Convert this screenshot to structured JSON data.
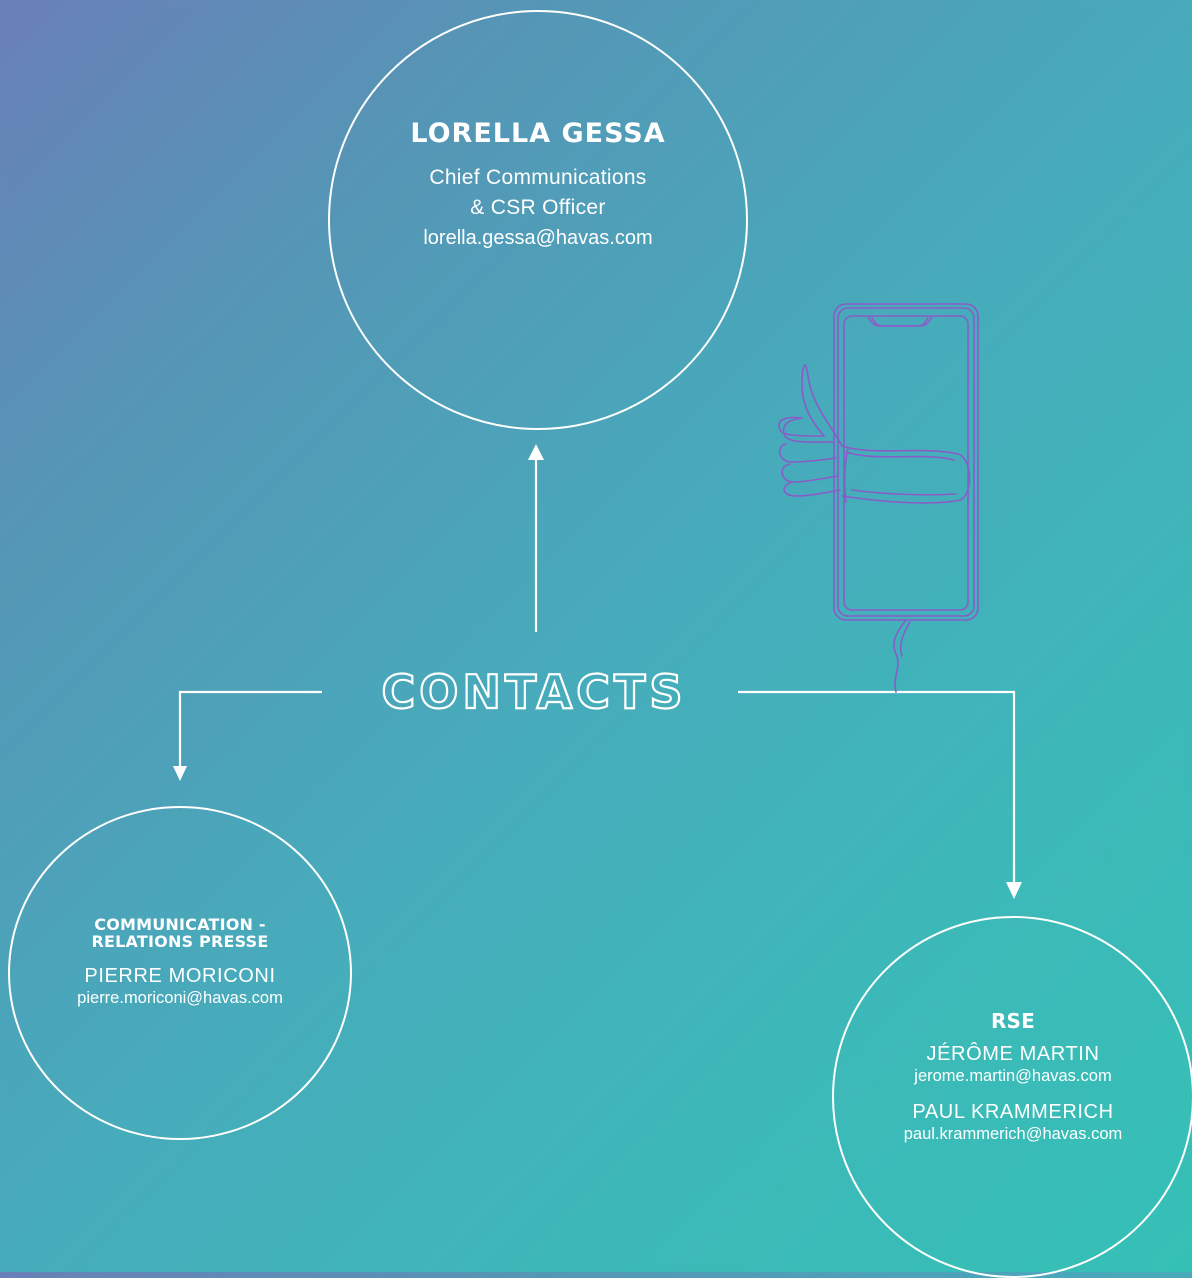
{
  "title": "CONTACTS",
  "main_contact": {
    "name": "LORELLA GESSA",
    "role_line1": "Chief Communications",
    "role_line2": "& CSR Officer",
    "email": "lorella.gessa@havas.com"
  },
  "press_contact": {
    "heading_line1": "COMMUNICATION -",
    "heading_line2": "RELATIONS PRESSE",
    "name": "PIERRE MORICONI",
    "email": "pierre.moriconi@havas.com"
  },
  "rse_contact": {
    "heading": "RSE",
    "people": [
      {
        "name": "JÉRÔME MARTIN",
        "email": "jerome.martin@havas.com"
      },
      {
        "name": "PAUL KRAMMERICH",
        "email": "paul.krammerich@havas.com"
      }
    ]
  },
  "colors": {
    "gradient_start": "#6a80b8",
    "gradient_end": "#35c0b6",
    "line": "#ffffff",
    "illustration": "#8a5cc8"
  },
  "icons": [
    "thumbs-up-phone-illustration",
    "arrow-up-icon",
    "arrow-down-icon"
  ]
}
